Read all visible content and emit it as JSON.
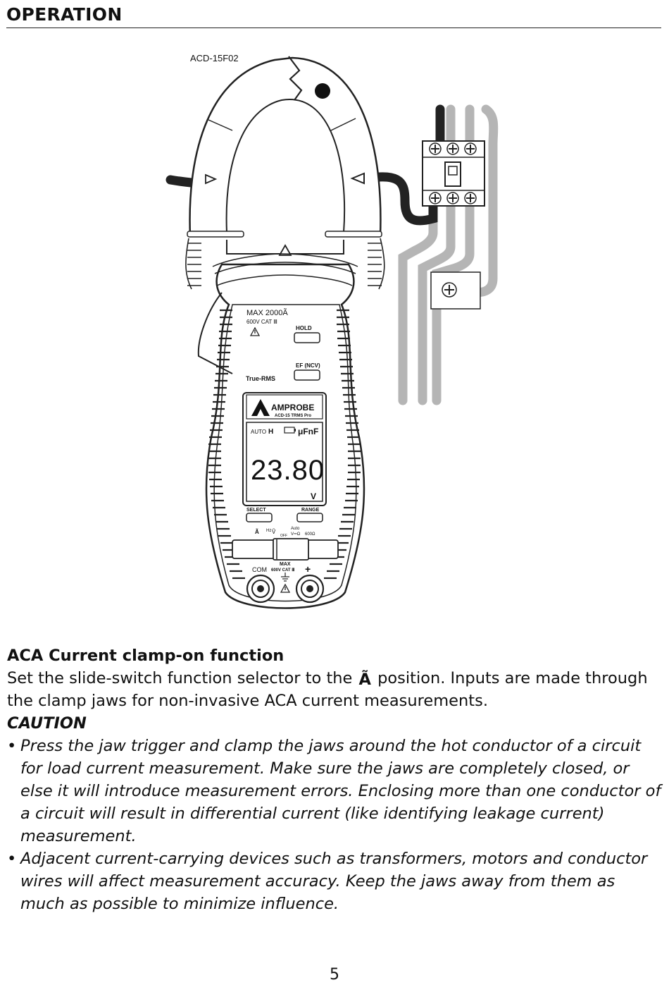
{
  "header": {
    "title": "OPERATION"
  },
  "figure": {
    "model_code": "ACD-15F02",
    "meter": {
      "max_label": "MAX 2000Ã",
      "cat_label": "600V CAT Ⅲ",
      "hold_label": "HOLD",
      "ef_label": "EF (NCV)",
      "true_rms_label": "True-RMS",
      "brand": "AMPROBE",
      "model": "ACD-15 TRMS Pro",
      "lcd_auto": "AUTO",
      "lcd_hold": "H",
      "lcd_units": "μFnF",
      "lcd_reading": "23.80",
      "lcd_unit": "V",
      "select_label": "SELECT",
      "range_label": "RANGE",
      "switch_pos_amps": "Ã",
      "switch_pos_hz": "Hz",
      "switch_pos_volts": "Ṽ",
      "switch_pos_off": "OFF",
      "switch_pos_auto": "Auto",
      "switch_pos_vohm": "V⎓Ω",
      "switch_pos_ohm": "600Ω",
      "com_label": "COM",
      "max_input_label": "MAX",
      "input_cat_label": "600V CAT Ⅲ",
      "plus_label": "+"
    }
  },
  "content": {
    "subheading": "ACA Current clamp-on function",
    "intro_before": "Set the slide-switch function selector to the ",
    "intro_symbol": "Ã",
    "intro_after": " position. Inputs are made through the clamp jaws for non-invasive ACA current measurements.",
    "caution_label": "CAUTION",
    "bullets": [
      "Press the jaw trigger and clamp the jaws around the hot conductor of a circuit for load current measurement. Make sure the jaws are completely closed, or else it will introduce measurement errors. Enclosing more than one conductor of a circuit will result in differential current (like identifying leakage current) measurement.",
      "Adjacent current-carrying devices such as transformers, motors and conductor wires will affect measurement accuracy. Keep the jaws away from them as much as possible to minimize influence."
    ]
  },
  "footer": {
    "page_number": "5"
  }
}
